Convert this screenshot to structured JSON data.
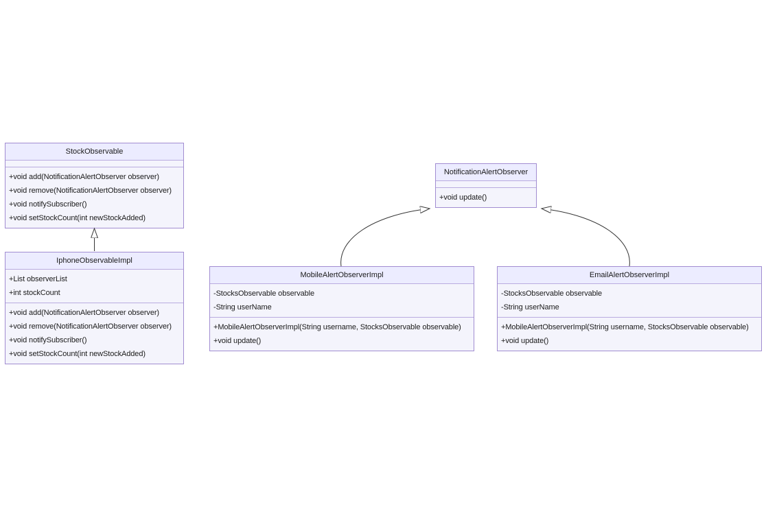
{
  "diagram": {
    "kind": "uml-class-diagram",
    "pattern": "Observer",
    "classes": [
      {
        "name": "StockObservable",
        "attributes": [],
        "methods": [
          "+void add(NotificationAlertObserver observer)",
          "+void remove(NotificationAlertObserver observer)",
          "+void notifySubscriber()",
          "+void setStockCount(int newStockAdded)"
        ]
      },
      {
        "name": "IphoneObservableImpl",
        "attributes": [
          "+List observerList",
          "+int stockCount"
        ],
        "methods": [
          "+void add(NotificationAlertObserver observer)",
          "+void remove(NotificationAlertObserver observer)",
          "+void notifySubscriber()",
          "+void setStockCount(int newStockAdded)"
        ]
      },
      {
        "name": "NotificationAlertObserver",
        "attributes": [],
        "methods": [
          "+void update()"
        ]
      },
      {
        "name": "MobileAlertObserverImpl",
        "attributes": [
          "-StocksObservable observable",
          "-String userName"
        ],
        "methods": [
          "+MobileAlertObserverImpl(String username, StocksObservable observable)",
          "+void update()"
        ]
      },
      {
        "name": "EmailAlertObserverImpl",
        "attributes": [
          "-StocksObservable observable",
          "-String userName"
        ],
        "methods": [
          "+MobileAlertObserverImpl(String username, StocksObservable observable)",
          "+void update()"
        ]
      }
    ],
    "relationships": [
      {
        "from": "IphoneObservableImpl",
        "to": "StockObservable",
        "type": "inheritance"
      },
      {
        "from": "MobileAlertObserverImpl",
        "to": "NotificationAlertObserver",
        "type": "inheritance"
      },
      {
        "from": "EmailAlertObserverImpl",
        "to": "NotificationAlertObserver",
        "type": "inheritance"
      }
    ],
    "colors": {
      "border": "#a18cd1",
      "divider": "#b9abdf",
      "node_fill": "#ececff",
      "body_fill": "#f4f4fc",
      "edge": "#333333",
      "text": "#1a1a1a",
      "canvas": "#ffffff"
    }
  }
}
